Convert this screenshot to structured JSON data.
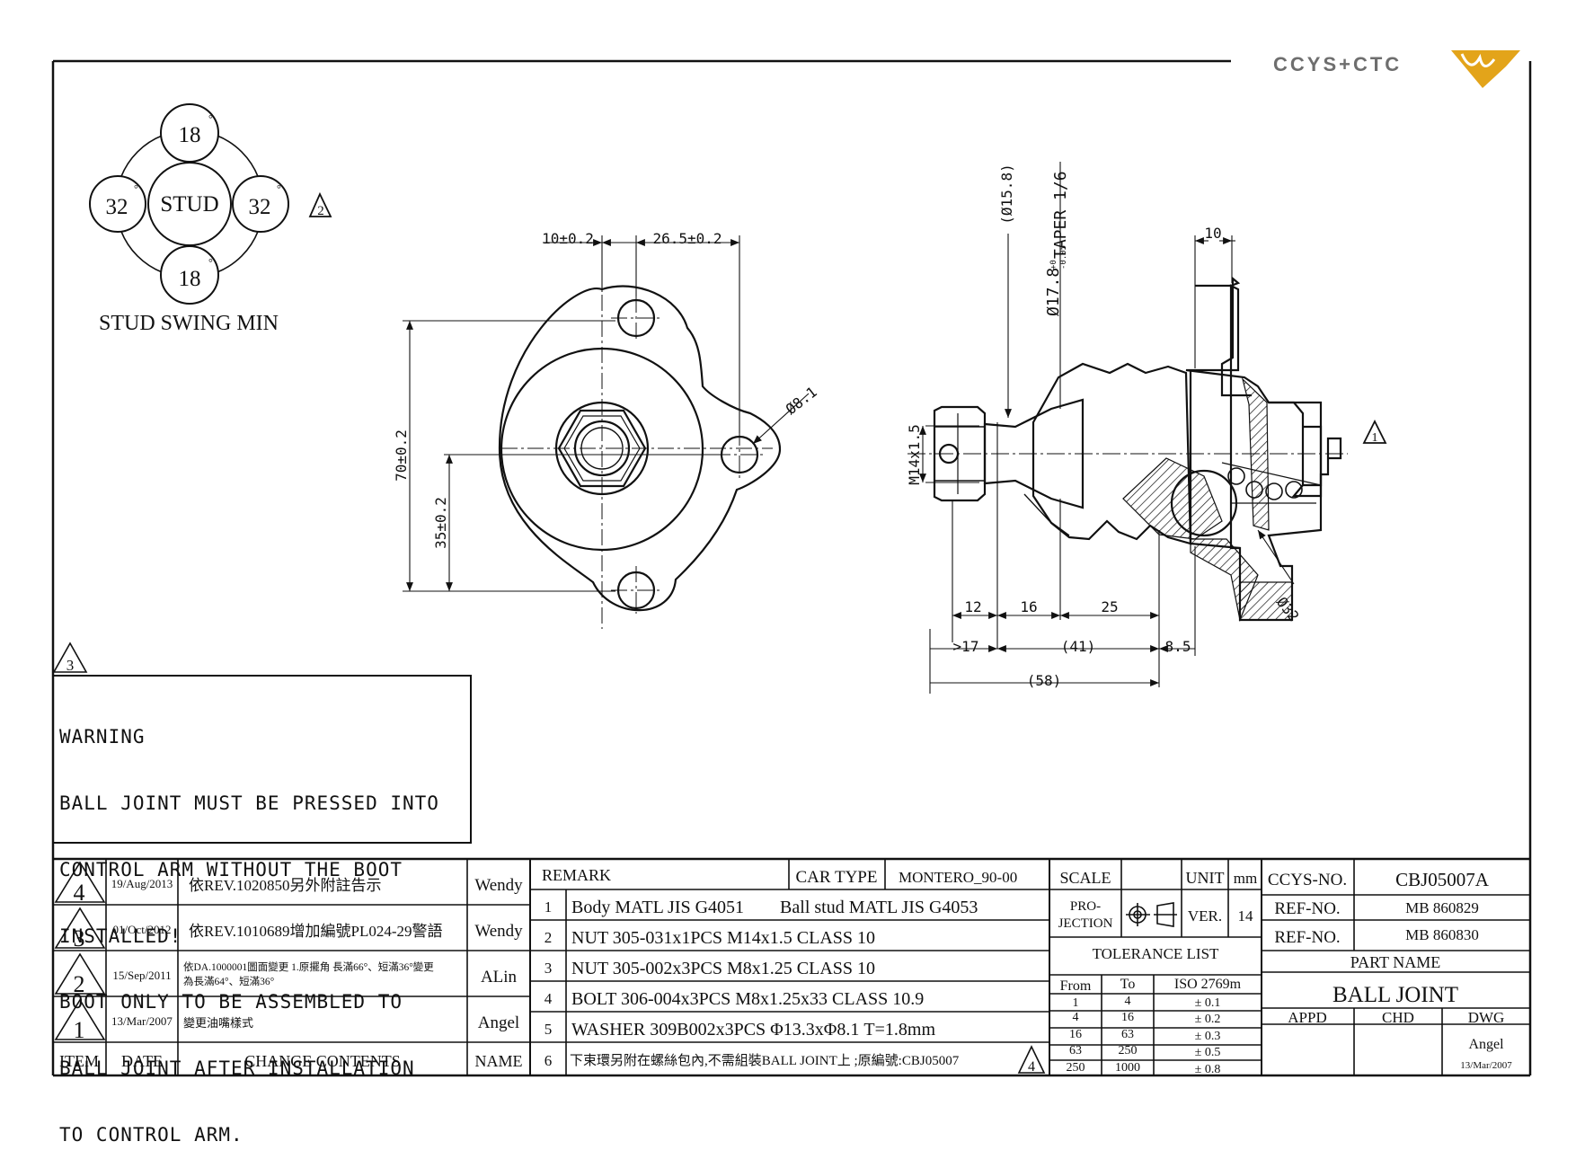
{
  "brand": {
    "logo_text": "CCYS+CTC"
  },
  "swing": {
    "top": "18",
    "bottom": "18",
    "left": "32",
    "right": "32",
    "center": "STUD",
    "degree": "°",
    "caption": "STUD SWING MIN",
    "rev_mark": "2"
  },
  "front_view": {
    "dim_a": "10±0.2",
    "dim_b": "26.5±0.2",
    "dim_height": "70±0.2",
    "dim_half": "35±0.2",
    "dim_hole": "Ø8.1"
  },
  "side_view": {
    "stud_thread": "M14x1.5",
    "boot_dia": "(Ø15.8)",
    "taper": "Ø17.8",
    "taper_tol_plus": "+0",
    "taper_tol_minus": "-0.05",
    "taper_ratio": "TAPER 1/6",
    "flange": "10",
    "ball": "Ø32",
    "len_12": "12",
    "len_16": "16",
    "len_25": "25",
    "len_17": ">17",
    "len_41": "(41)",
    "len_85": "8.5",
    "len_58": "(58)",
    "rev_mark": "1"
  },
  "warning": {
    "rev_mark": "3",
    "lines": [
      "WARNING",
      "BALL JOINT MUST BE PRESSED INTO",
      "CONTROL ARM WITHOUT THE BOOT",
      "INSTALLED!",
      "BOOT ONLY TO BE ASSEMBLED TO",
      "BALL JOINT AFTER INSTALLATION",
      "TO CONTROL ARM."
    ]
  },
  "revisions": {
    "header": {
      "item": "ITEM",
      "date": "DATE",
      "contents": "CHANGE CONTENTS",
      "name": "NAME"
    },
    "rows": [
      {
        "item": "4",
        "date": "19/Aug/2013",
        "contents": "依REV.1020850另外附註告示",
        "name": "Wendy"
      },
      {
        "item": "3",
        "date": "01/Oct/2012",
        "contents": "依REV.1010689增加編號PL024-29警語",
        "name": "Wendy"
      },
      {
        "item": "2",
        "date": "15/Sep/2011",
        "contents": "依DA.1000001圖面變更 1.原擺角 長滿66°、短滿36°變更",
        "contents2": "為長滿64°、短滿36°",
        "name": "ALin"
      },
      {
        "item": "1",
        "date": "13/Mar/2007",
        "contents": "變更油嘴樣式",
        "name": "Angel"
      }
    ]
  },
  "remarks": {
    "label": "REMARK",
    "car_type_label": "CAR TYPE",
    "car_type": "MONTERO_90-00",
    "rows": [
      {
        "no": "1",
        "text": "Body MATL JIS G4051        Ball stud MATL JIS G4053"
      },
      {
        "no": "2",
        "text": "NUT 305-031x1PCS M14x1.5 CLASS 10"
      },
      {
        "no": "3",
        "text": "NUT 305-002x3PCS M8x1.25 CLASS 10"
      },
      {
        "no": "4",
        "text": "BOLT 306-004x3PCS M8x1.25x33 CLASS 10.9"
      },
      {
        "no": "5",
        "text": "WASHER 309B002x3PCS Φ13.3xΦ8.1 T=1.8mm"
      },
      {
        "no": "6",
        "text": "下束環另附在螺絲包內,不需組裝BALL JOINT上 ;原編號:CBJ05007",
        "rev": "4"
      }
    ]
  },
  "spec": {
    "scale_label": "SCALE",
    "scale": "",
    "unit_label": "UNIT",
    "unit": "mm",
    "projection_label_1": "PRO-",
    "projection_label_2": "JECTION",
    "ver_label": "VER.",
    "ver": "14",
    "tolerance_title": "TOLERANCE LIST",
    "tol_header": {
      "from": "From",
      "to": "To",
      "iso": "ISO 2769m"
    },
    "tolerances": [
      {
        "from": "1",
        "to": "4",
        "tol": "± 0.1"
      },
      {
        "from": "4",
        "to": "16",
        "tol": "± 0.2"
      },
      {
        "from": "16",
        "to": "63",
        "tol": "± 0.3"
      },
      {
        "from": "63",
        "to": "250",
        "tol": "± 0.5"
      },
      {
        "from": "250",
        "to": "1000",
        "tol": "± 0.8"
      }
    ]
  },
  "title_block": {
    "ccys_label": "CCYS-NO.",
    "ccys_no": "CBJ05007A",
    "ref_label": "REF-NO.",
    "ref_1": "MB 860829",
    "ref_2": "MB 860830",
    "part_name_label": "PART NAME",
    "part_name": "BALL JOINT",
    "appd": "APPD",
    "chd": "CHD",
    "dwg": "DWG",
    "drawer": "Angel",
    "drawn_date": "13/Mar/2007"
  },
  "colors": {
    "line": "#111111",
    "logo_gray": "#6e6e6e",
    "logo_gold": "#e3a41a"
  }
}
